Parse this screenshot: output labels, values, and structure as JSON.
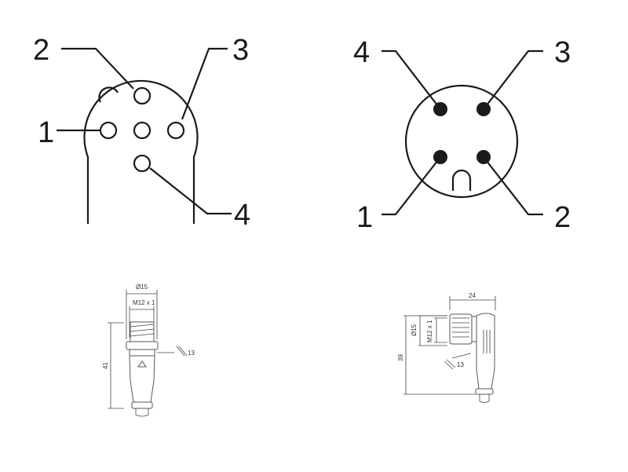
{
  "female_pinout": {
    "pin_labels": [
      "1",
      "2",
      "3",
      "4"
    ]
  },
  "male_pinout": {
    "pin_labels": [
      "1",
      "2",
      "3",
      "4"
    ]
  },
  "straight_connector": {
    "diameter": "Ø15",
    "thread": "M12 x 1",
    "length": "41",
    "wrench_size": "13"
  },
  "angled_connector": {
    "width": "24",
    "diameter": "Ø15",
    "thread": "M12 x 1",
    "length": "39",
    "wrench_size": "13"
  }
}
